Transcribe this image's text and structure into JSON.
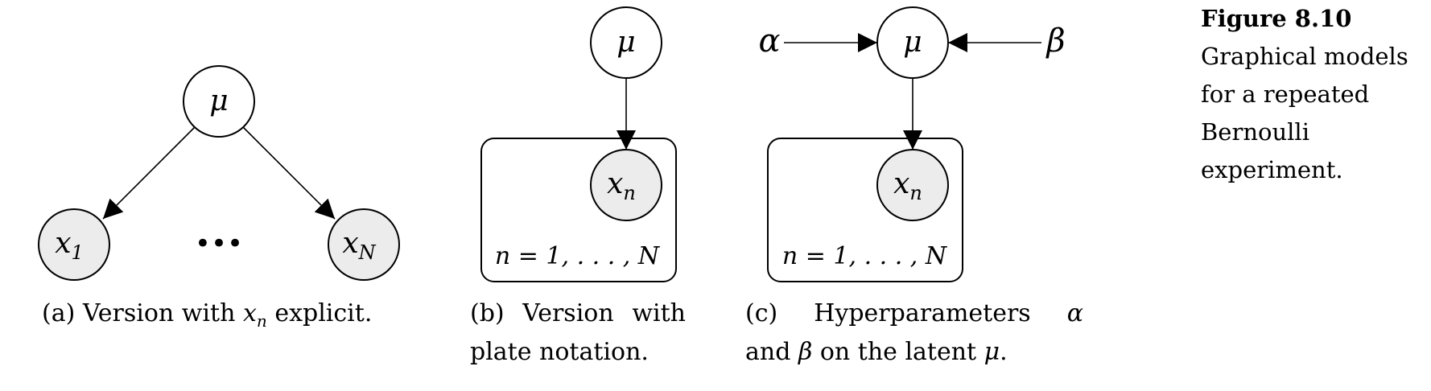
{
  "figure_label": "Figure 8.10",
  "figure_caption": "Graphical models for a repeated Bernoulli experiment.",
  "panel_a": {
    "nodes": {
      "mu": "μ",
      "x1": "x",
      "x1_sub": "1",
      "ellipsis": "•••",
      "xN": "x",
      "xN_sub": "N"
    },
    "caption": {
      "prefix": "(a) Version with",
      "math": "x",
      "math_sub": "n",
      "suffix": "explicit."
    }
  },
  "panel_b": {
    "nodes": {
      "mu": "μ",
      "xn": "x",
      "xn_sub": "n"
    },
    "plate_label": "n = 1, . . . , N",
    "caption": {
      "line1": "(b) Version with",
      "line2": "plate notation."
    }
  },
  "panel_c": {
    "nodes": {
      "alpha": "α",
      "mu": "μ",
      "beta": "β",
      "xn": "x",
      "xn_sub": "n"
    },
    "plate_label": "n = 1, . . . , N",
    "caption": {
      "line1_prefix": "(c) Hyperparameters",
      "line1_math": "α",
      "line2_prefix": "and",
      "line2_math1": "β",
      "line2_mid": "on the latent",
      "line2_math2": "μ",
      "line2_end": "."
    }
  }
}
